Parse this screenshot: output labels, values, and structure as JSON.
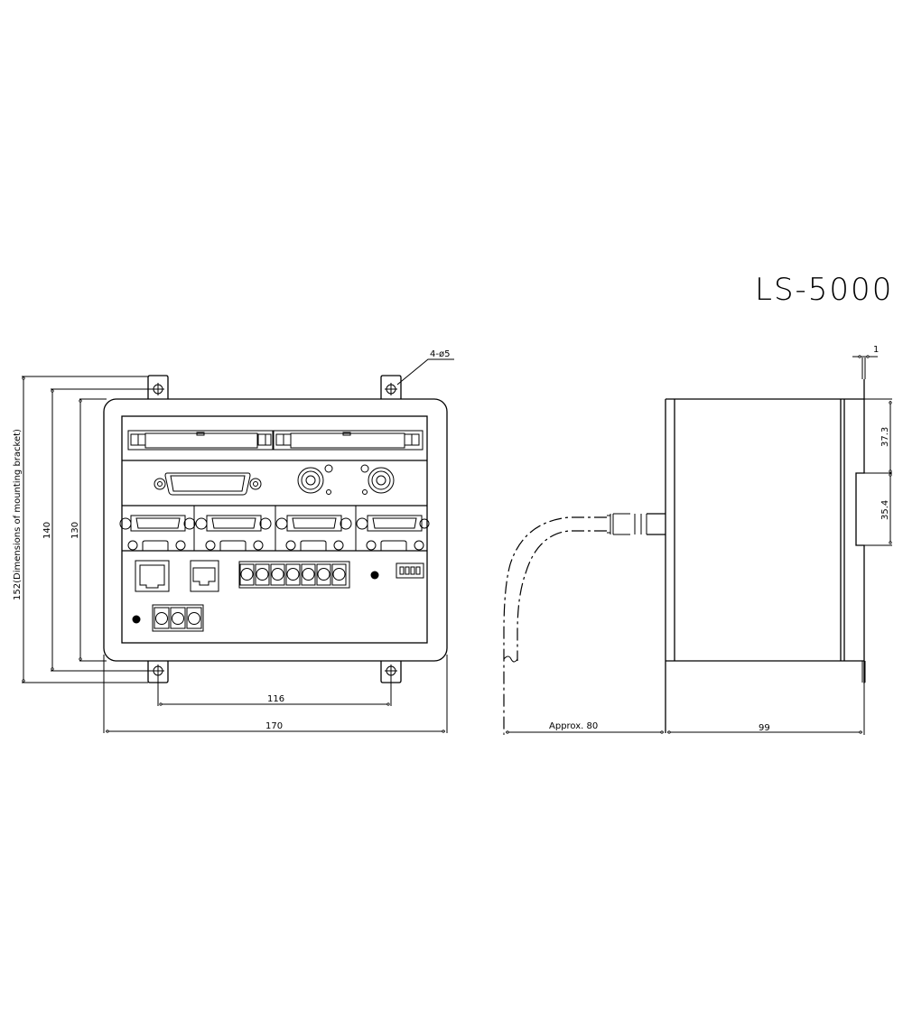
{
  "title": "LS-5000",
  "front_view": {
    "hole_callout": "4-ø5",
    "dimensions": {
      "width_overall": "170",
      "hole_spacing_horizontal": "116",
      "height_bracket": "152(Dimensions of mounting bracket)",
      "height_hole_spacing": "140",
      "height_body": "130"
    },
    "panel": {
      "card_slots": 2,
      "dsub_wide": 1,
      "bnc_connectors": 2,
      "dsub_modules": 4,
      "modular_jacks": 2,
      "terminal_block_large_poles": 7,
      "terminal_block_small_poles": 3,
      "indicator_leds": 2,
      "dip_switch_positions": 4
    }
  },
  "side_view": {
    "dimensions": {
      "cable_length": "Approx. 80",
      "depth": "99",
      "flange_thickness": "1",
      "top_to_cutout": "37.3",
      "cutout_height": "35.4"
    }
  },
  "chart_data": {
    "type": "diagram",
    "title": "LS-5000",
    "views": [
      "front",
      "side"
    ],
    "annotations": [
      "4-ø5",
      "170",
      "116",
      "152(Dimensions of mounting bracket)",
      "140",
      "130",
      "Approx. 80",
      "99",
      "1",
      "37.3",
      "35.4"
    ]
  }
}
